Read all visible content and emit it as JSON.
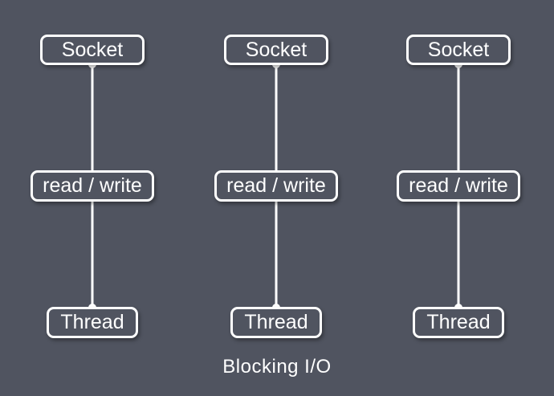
{
  "diagram": {
    "caption": "Blocking I/O",
    "colors": {
      "background": "#505460",
      "stroke": "#ffffff",
      "text": "#ffffff"
    },
    "columns": [
      {
        "socket": "Socket",
        "read_write": "read / write",
        "thread": "Thread"
      },
      {
        "socket": "Socket",
        "read_write": "read / write",
        "thread": "Thread"
      },
      {
        "socket": "Socket",
        "read_write": "read / write",
        "thread": "Thread"
      }
    ]
  }
}
